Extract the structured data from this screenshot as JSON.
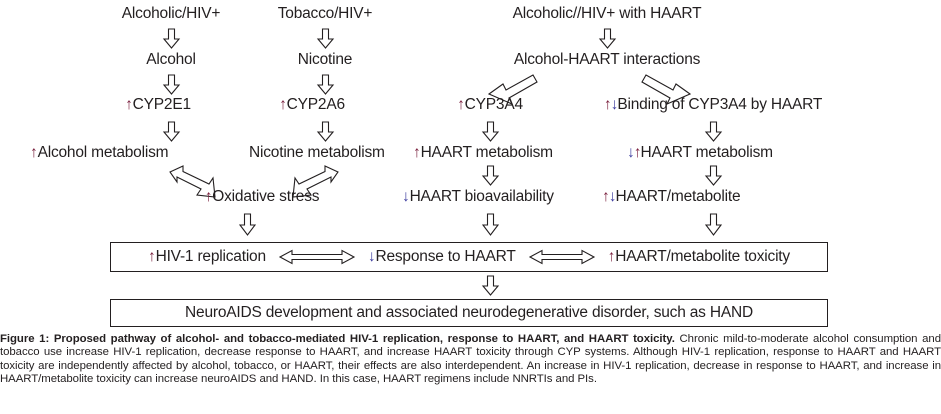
{
  "figure": {
    "caption_lead": "Figure 1: Proposed pathway of alcohol- and tobacco-mediated HIV-1 replication, response to HAART, and HAART toxicity.",
    "caption_body": " Chronic mild-to-moderate alcohol consumption and tobacco use increase HIV-1 replication, decrease response to HAART, and increase HAART toxicity through CYP systems. Although HIV-1 replication, response to HAART and HAART toxicity are independently affected by alcohol, tobacco, or HAART, their effects are also interdependent. An increase in HIV-1 replication, decrease in response to HAART, and increase in HAART/metabolite toxicity can increase neuroAIDS and HAND. In this case, HAART regimens include NNRTIs and PIs."
  },
  "colors": {
    "increase_arrow": "#7a1f3d",
    "decrease_arrow": "#3b3a9e",
    "text": "#231f20",
    "stroke": "#231f20",
    "background": "#ffffff"
  },
  "symbols": {
    "up": "↑",
    "down": "↓",
    "block_arrow_down": "⇩",
    "block_arrow_bidirectional": "⇔"
  },
  "columns": {
    "alcohol": {
      "header": "Alcoholic/HIV+",
      "substance": "Alcohol",
      "enzyme": "CYP2E1",
      "metabolism": "Alcohol metabolism"
    },
    "tobacco": {
      "header": "Tobacco/HIV+",
      "substance": "Nicotine",
      "enzyme": "CYP2A6",
      "metabolism": "Nicotine metabolism"
    },
    "haart": {
      "header": "Alcoholic//HIV+ with HAART",
      "interactions": "Alcohol-HAART interactions",
      "left": {
        "enzyme": "CYP3A4",
        "metabolism": "HAART metabolism",
        "outcome": "HAART bioavailability"
      },
      "right": {
        "enzyme": "Binding of CYP3A4 by HAART",
        "metabolism": "HAART metabolism",
        "outcome": "HAART/metabolite"
      }
    }
  },
  "shared": {
    "oxidative_stress": "Oxidative stress"
  },
  "outcome_box": {
    "items": [
      "HIV-1 replication",
      "Response to HAART",
      "HAART/metabolite toxicity"
    ]
  },
  "final_box": {
    "text": "NeuroAIDS development and associated neurodegenerative disorder, such as HAND"
  }
}
